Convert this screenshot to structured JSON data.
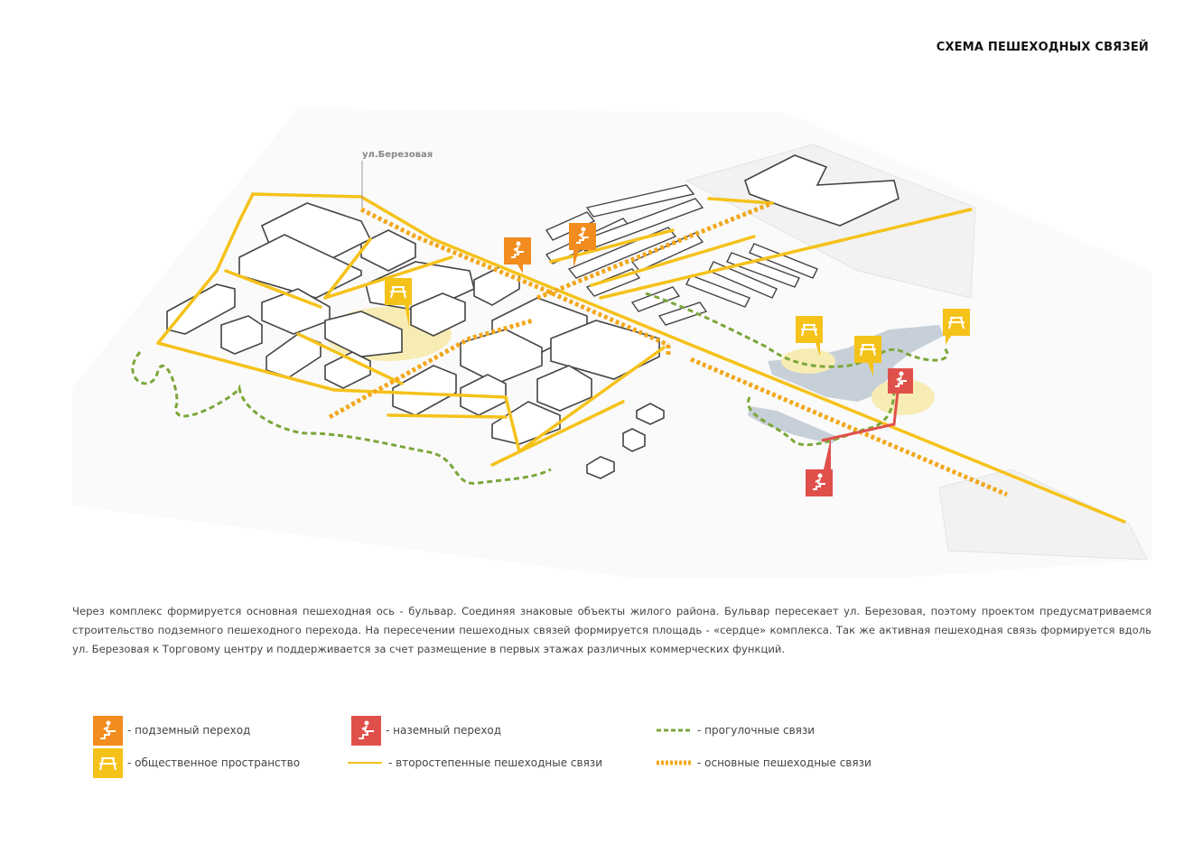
{
  "title": "СХЕМА ПЕШЕХОДНЫХ СВЯЗЕЙ",
  "map": {
    "street_label": "ул.Березовая"
  },
  "description": "Через комплекс формируется основная пешеходная ось - бульвар. Соединяя знаковые объекты жилого района. Бульвар пересекает ул. Березовая, поэтому проектом предусматриваемся строительство подземного пешеходного перехода.  На пересечении пешеходных связей формируется площадь - «сердце» комплекса. Так же активная пешеходная связь формируется вдоль ул. Березовая к Торговому центру и поддерживается за счет размещение в первых этажах различных коммерческих функций.",
  "legend": {
    "underground": "- подземный переход",
    "public_space": "- общественное пространство",
    "ground_crossing": "- наземный переход",
    "secondary": "- второстепенные пешеходные связи",
    "walking": "- прогулочные связи",
    "main": "- основные пешеходные связи"
  },
  "colors": {
    "underground": "#f28c1e",
    "public_space": "#f5c21a",
    "ground_crossing": "#e0504a",
    "secondary_line": "#f5c21a",
    "walking_line": "#7aa73a",
    "main_line": "#f2a81d",
    "building_stroke": "#444444",
    "water": "#c7d0d8"
  },
  "icons": {
    "underground": "pedestrian-stairs-down-icon",
    "public_space": "picnic-table-icon",
    "ground_crossing": "pedestrian-stairs-icon"
  }
}
